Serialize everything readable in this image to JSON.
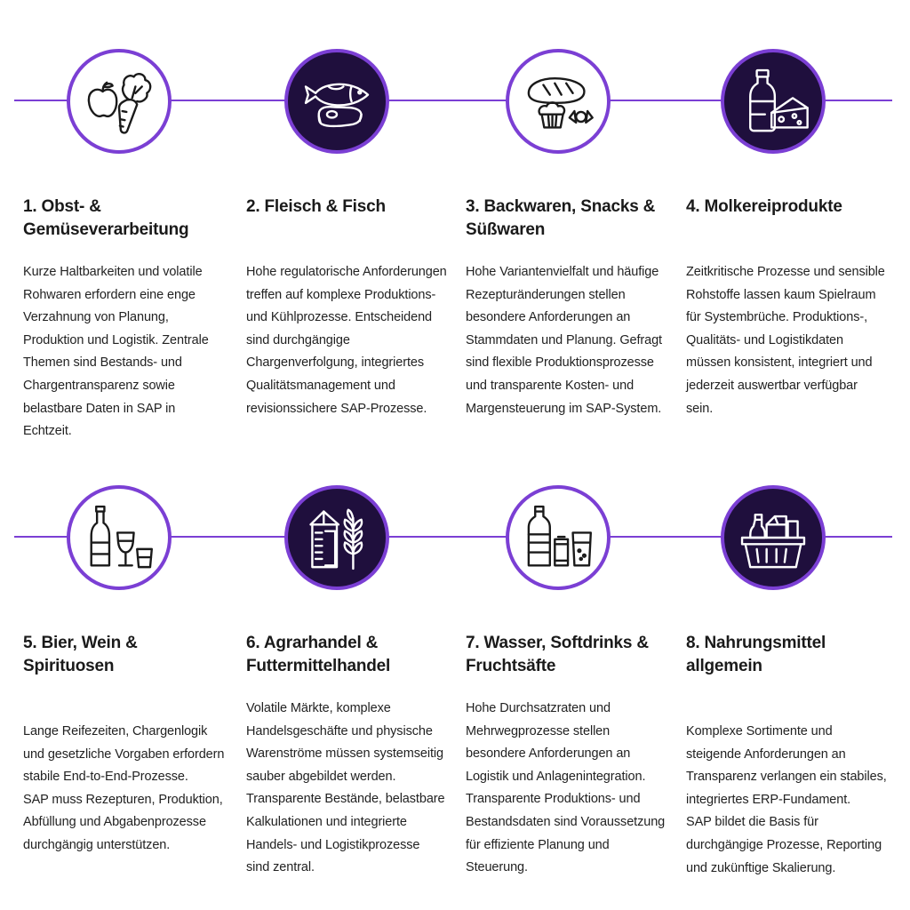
{
  "accent_color": "#7b3fd4",
  "dark_color": "#1f0f3d",
  "sectors": [
    {
      "title": "1. Obst- &\nGemüseverarbeitung",
      "text": "Kurze Haltbarkeiten und volatile\nRohwaren erfordern eine enge\nVerzahnung von Planung,\nProduktion und Logistik. Zentrale\nThemen sind Bestands- und\nChargentransparenz sowie\nbelastbare Daten in SAP in\nEchtzeit.",
      "icon": "fruit-vegetable-icon"
    },
    {
      "title": "2. Fleisch & Fisch",
      "text": "Hohe regulatorische Anforderungen\ntreffen auf komplexe Produktions-\nund Kühlprozesse. Entscheidend\nsind durchgängige\nChargenverfolgung, integriertes\nQualitätsmanagement und\nrevisionssichere SAP-Prozesse.",
      "icon": "fish-meat-icon"
    },
    {
      "title": "3. Backwaren, Snacks &\nSüßwaren",
      "text": "Hohe Variantenvielfalt und häufige\nRezepturänderungen stellen\nbesondere Anforderungen an\nStammdaten und Planung. Gefragt\nsind flexible Produktionsprozesse\nund transparente Kosten- und\nMargensteuerung im SAP-System.",
      "icon": "bakery-snacks-icon"
    },
    {
      "title": "4. Molkereiprodukte",
      "text": "Zeitkritische Prozesse und sensible\nRohstoffe lassen kaum Spielraum\nfür Systembrüche. Produktions-,\nQualitäts- und Logistikdaten\nmüssen konsistent, integriert und\njederzeit auswertbar verfügbar\nsein.",
      "icon": "milk-cheese-icon"
    },
    {
      "title": "5. Bier, Wein & Spirituosen",
      "text": "Lange Reifezeiten, Chargenlogik\nund gesetzliche Vorgaben erfordern\nstabile End-to-End-Prozesse.\nSAP muss Rezepturen, Produktion,\nAbfüllung und Abgabenprozesse\ndurchgängig unterstützen.",
      "icon": "beer-wine-spirits-icon"
    },
    {
      "title": "6. Agrarhandel &\nFuttermittelhandel",
      "text": "Volatile Märkte, komplexe\nHandelsgeschäfte und physische\nWarenströme müssen systemseitig\nsauber abgebildet werden.\nTransparente Bestände, belastbare\nKalkulationen und integrierte\nHandels- und Logistikprozesse\nsind zentral.",
      "icon": "silo-wheat-icon"
    },
    {
      "title": "7. Wasser, Softdrinks &\nFruchtsäfte",
      "text": "Hohe Durchsatzraten und\nMehrwegprozesse stellen\nbesondere Anforderungen an\nLogistik und Anlagenintegration.\nTransparente Produktions- und\nBestandsdaten sind Voraussetzung\nfür effiziente Planung und\nSteuerung.",
      "icon": "bottle-can-glass-icon"
    },
    {
      "title": "8. Nahrungsmittel allgemein",
      "text": "Komplexe Sortimente und\nsteigende Anforderungen an\nTransparenz verlangen ein stabiles,\nintegriertes ERP-Fundament.\nSAP bildet die Basis für\ndurchgängige Prozesse, Reporting\nund zukünftige Skalierung.",
      "icon": "grocery-basket-icon"
    }
  ]
}
